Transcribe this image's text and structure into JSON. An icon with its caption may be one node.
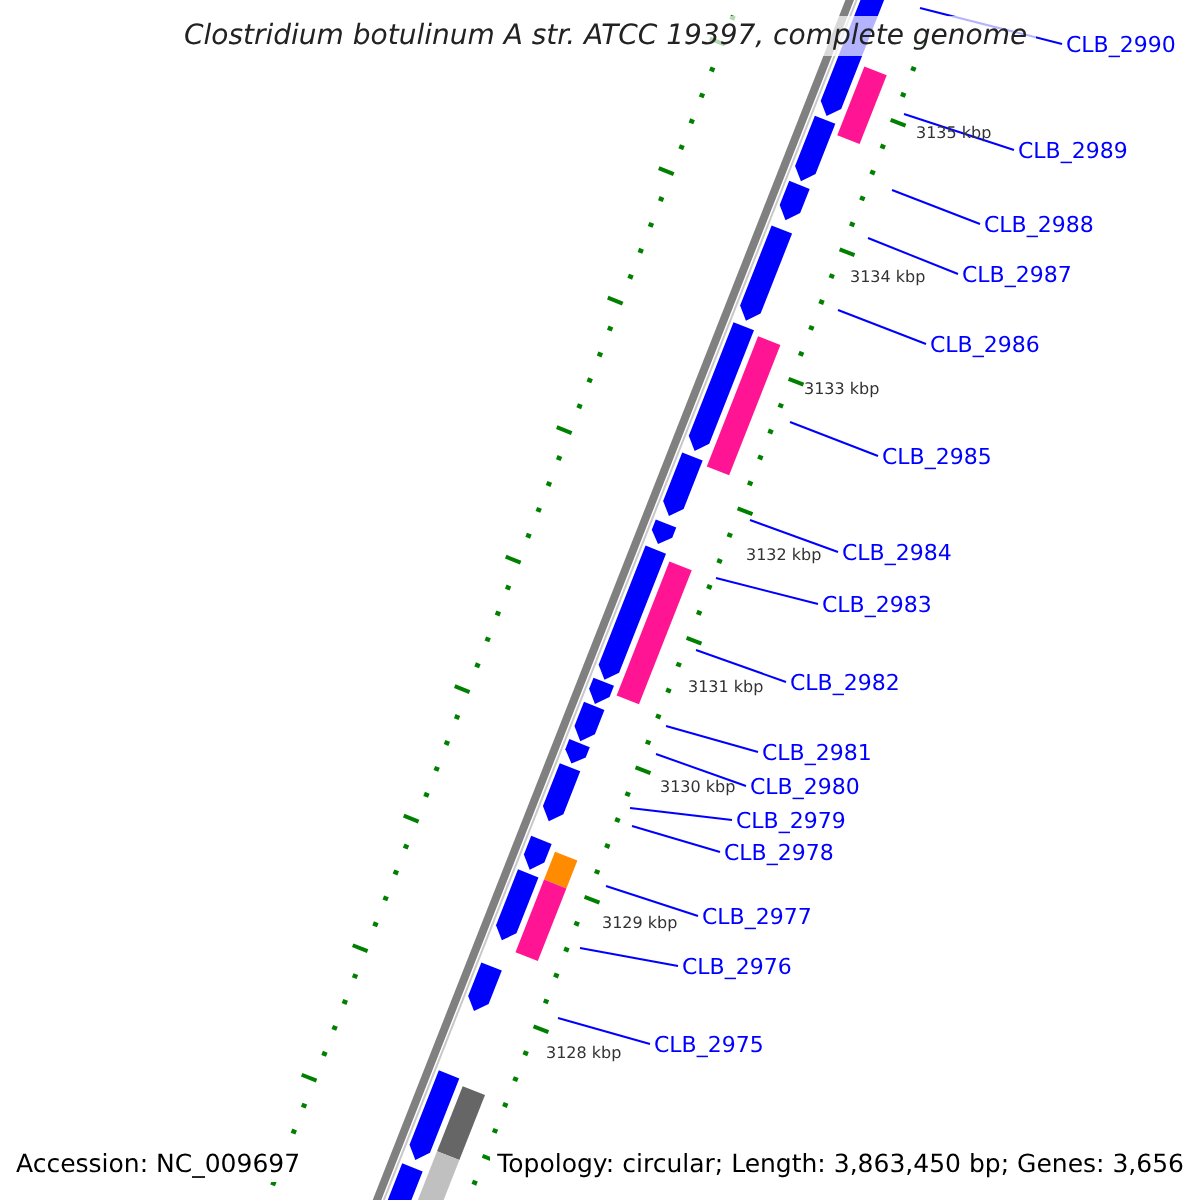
{
  "diagram": {
    "title": "Clostridium botulinum A str. ATCC 19397, complete genome",
    "nodes": [
      {
        "text": [
          "CLB_2990"
        ]
      },
      {
        "text": [
          "CLB_2989"
        ]
      },
      {
        "text": [
          "CLB_2988"
        ]
      },
      {
        "text": [
          "CLB_2987"
        ]
      },
      {
        "text": [
          "CLB_2986"
        ]
      },
      {
        "text": [
          "CLB_2985"
        ]
      },
      {
        "text": [
          "CLB_2984"
        ]
      },
      {
        "text": [
          "CLB_2983"
        ]
      },
      {
        "text": [
          "CLB_2982"
        ]
      },
      {
        "text": [
          "CLB_2981"
        ]
      },
      {
        "text": [
          "CLB_2980"
        ]
      },
      {
        "text": [
          "CLB_2979"
        ]
      },
      {
        "text": [
          "CLB_2978"
        ]
      },
      {
        "text": [
          "CLB_2977"
        ]
      },
      {
        "text": [
          "CLB_2976"
        ]
      },
      {
        "text": [
          "CLB_2975"
        ]
      }
    ],
    "edges": [
      {
        "from": 0,
        "to": null,
        "arrow": "none"
      },
      {
        "from": 1,
        "to": null,
        "arrow": "none"
      },
      {
        "from": 2,
        "to": null,
        "arrow": "none"
      },
      {
        "from": 3,
        "to": null,
        "arrow": "none"
      },
      {
        "from": 4,
        "to": null,
        "arrow": "none"
      },
      {
        "from": 5,
        "to": null,
        "arrow": "none"
      },
      {
        "from": 6,
        "to": null,
        "arrow": "none"
      },
      {
        "from": 7,
        "to": null,
        "arrow": "none"
      },
      {
        "from": 8,
        "to": null,
        "arrow": "none"
      },
      {
        "from": 9,
        "to": null,
        "arrow": "none"
      },
      {
        "from": 10,
        "to": null,
        "arrow": "none"
      },
      {
        "from": 11,
        "to": null,
        "arrow": "none"
      },
      {
        "from": 12,
        "to": null,
        "arrow": "none"
      },
      {
        "from": 13,
        "to": null,
        "arrow": "none"
      },
      {
        "from": 14,
        "to": null,
        "arrow": "none"
      },
      {
        "from": 15,
        "to": null,
        "arrow": "none"
      }
    ],
    "labels": [
      "3135 kbp",
      "3134 kbp",
      "3133 kbp",
      "3132 kbp",
      "3131 kbp",
      "3130 kbp",
      "3129 kbp",
      "3128 kbp",
      "Accession: NC_009697",
      "Topology: circular; Length: 3,863,450 bp; Genes: 3,656"
    ]
  }
}
